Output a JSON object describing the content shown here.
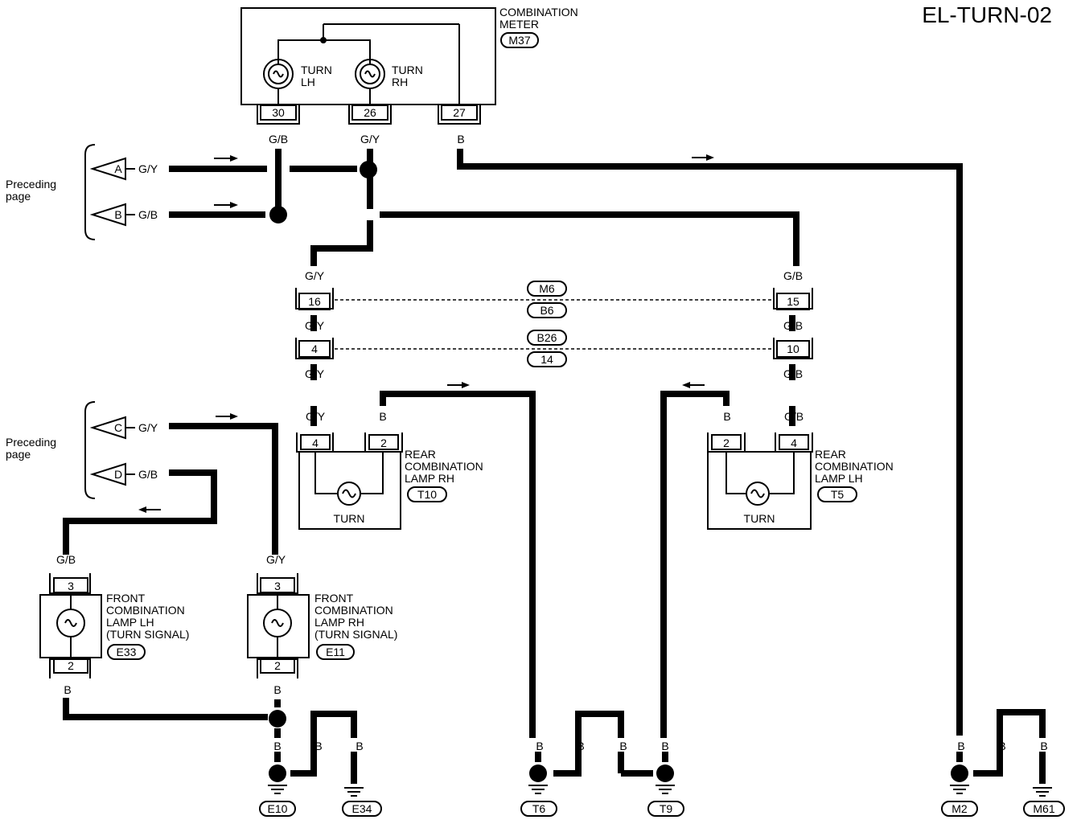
{
  "title": "EL-TURN-02",
  "combination_meter": {
    "name_line1": "COMBINATION",
    "name_line2": "METER",
    "code": "M37",
    "bulbs": [
      {
        "label_line1": "TURN",
        "label_line2": "LH"
      },
      {
        "label_line1": "TURN",
        "label_line2": "RH"
      }
    ],
    "pins": [
      "30",
      "26",
      "27"
    ]
  },
  "wire_colors": {
    "pin30": "G/B",
    "pin26": "G/Y",
    "pin27": "B"
  },
  "preceding_page": {
    "label_line1": "Preceding",
    "label_line2": "page",
    "top_group": [
      {
        "id": "A",
        "color": "G/Y"
      },
      {
        "id": "B",
        "color": "G/B"
      }
    ],
    "bottom_group": [
      {
        "id": "C",
        "color": "G/Y"
      },
      {
        "id": "D",
        "color": "G/B"
      }
    ]
  },
  "connectors": {
    "upper": {
      "left_pin": "16",
      "right_pin": "15",
      "code_top": "M6",
      "code_bottom": "B6"
    },
    "lower": {
      "left_pin": "4",
      "right_pin": "10",
      "code_top": "B26",
      "code_bottom": "14"
    },
    "left_colors": [
      "G/Y",
      "G/Y",
      "G/Y",
      "G/Y"
    ],
    "right_colors": [
      "G/B",
      "G/B",
      "G/B",
      "G/B"
    ]
  },
  "rear_lamp_rh": {
    "line1": "REAR",
    "line2": "COMBINATION",
    "line3": "LAMP RH",
    "code": "T10",
    "bulb": "TURN",
    "pins": [
      "4",
      "2"
    ],
    "wire_b": "B"
  },
  "rear_lamp_lh": {
    "line1": "REAR",
    "line2": "COMBINATION",
    "line3": "LAMP LH",
    "code": "T5",
    "bulb": "TURN",
    "pins": [
      "2",
      "4"
    ],
    "wire_b": "B"
  },
  "front_lamp_lh": {
    "line1": "FRONT",
    "line2": "COMBINATION",
    "line3": "LAMP LH",
    "line4": "(TURN SIGNAL)",
    "code": "E33",
    "pins": [
      "3",
      "2"
    ],
    "wire_in": "G/B",
    "wire_out": "B"
  },
  "front_lamp_rh": {
    "line1": "FRONT",
    "line2": "COMBINATION",
    "line3": "LAMP RH",
    "line4": "(TURN SIGNAL)",
    "code": "E11",
    "pins": [
      "3",
      "2"
    ],
    "wire_in": "G/Y",
    "wire_out": "B"
  },
  "ground_wire_label": "B",
  "grounds": [
    "E10",
    "E34",
    "T6",
    "T9",
    "M2",
    "M61"
  ],
  "colors": {
    "line": "#000000",
    "background": "#ffffff"
  }
}
